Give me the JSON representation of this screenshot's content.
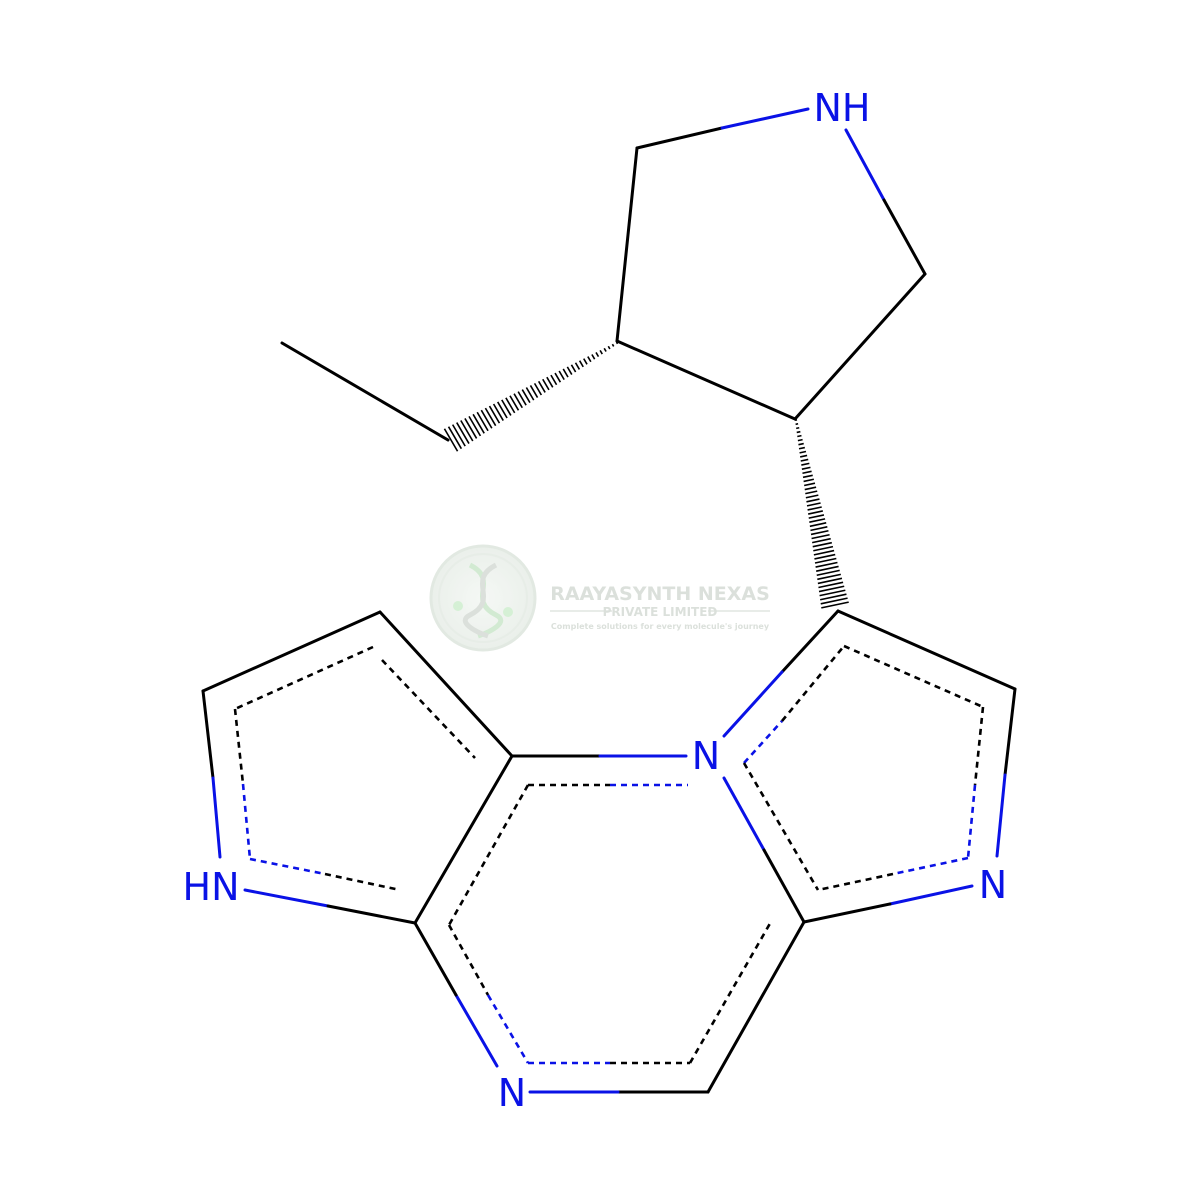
{
  "molecule": {
    "atom_labels": {
      "pyrrolidine_nh": "NH",
      "pyrrole_nh": "HN",
      "bridgehead_n": "N",
      "imidazole_n": "N",
      "pyrazine_n": "N"
    },
    "colors": {
      "bond": "#000000",
      "heteroatom": "#0a12e6"
    }
  },
  "watermark": {
    "company": "RAAYASYNTH NEXAS",
    "subtitle": "PRIVATE LIMITED",
    "tagline": "Complete solutions for every molecule's journey",
    "logo_icon": "dna-helix-logo-icon"
  }
}
